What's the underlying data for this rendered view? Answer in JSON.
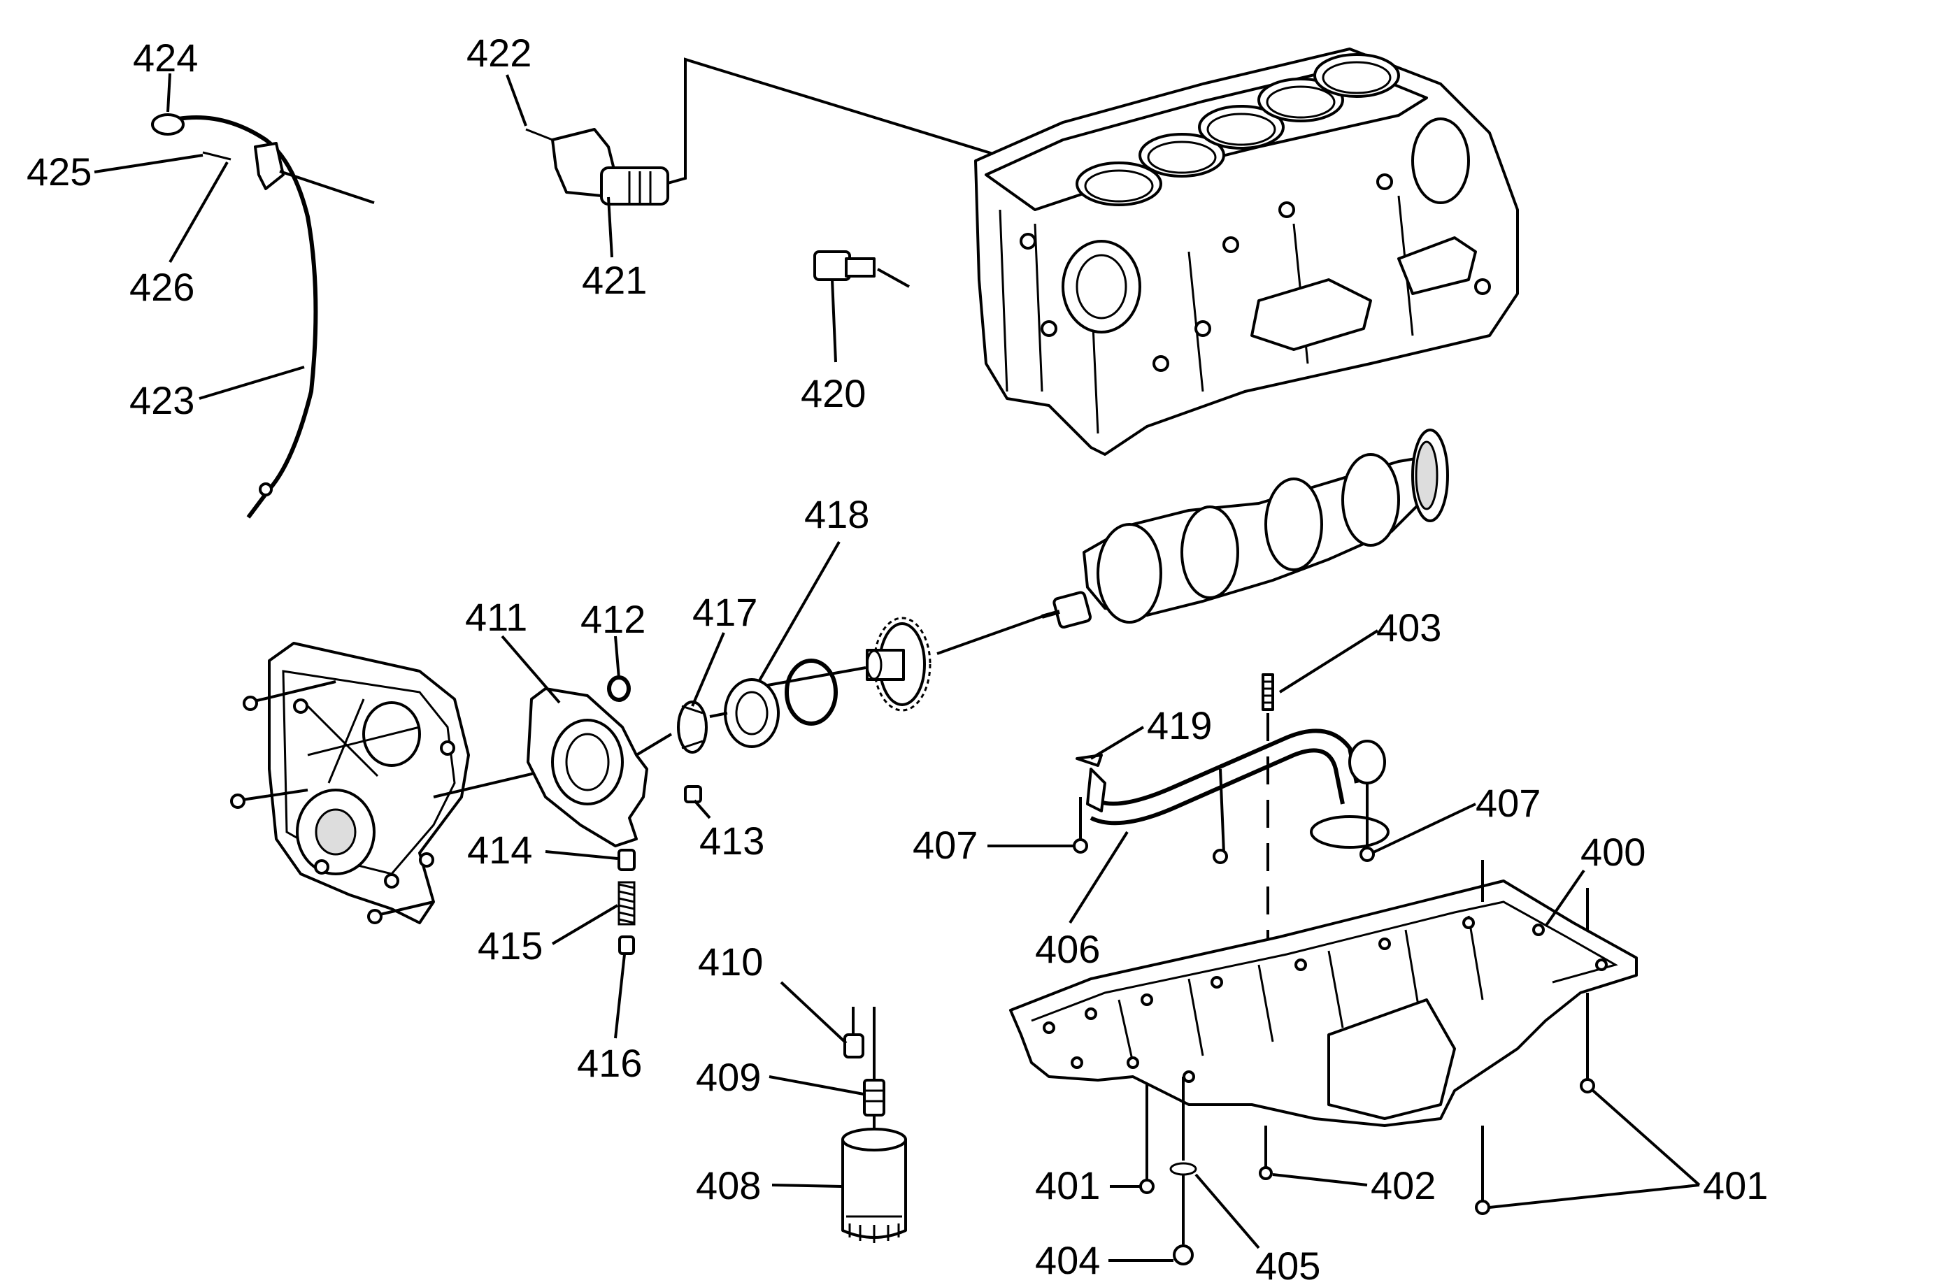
{
  "callouts": {
    "c400": "400",
    "c401a": "401",
    "c401b": "401",
    "c402": "402",
    "c403": "403",
    "c404": "404",
    "c405": "405",
    "c406": "406",
    "c407a": "407",
    "c407b": "407",
    "c408": "408",
    "c409": "409",
    "c410": "410",
    "c411": "411",
    "c412": "412",
    "c413": "413",
    "c414": "414",
    "c415": "415",
    "c416": "416",
    "c417": "417",
    "c418": "418",
    "c419": "419",
    "c420": "420",
    "c421": "421",
    "c422": "422",
    "c423": "423",
    "c424": "424",
    "c425": "425",
    "c426": "426"
  }
}
